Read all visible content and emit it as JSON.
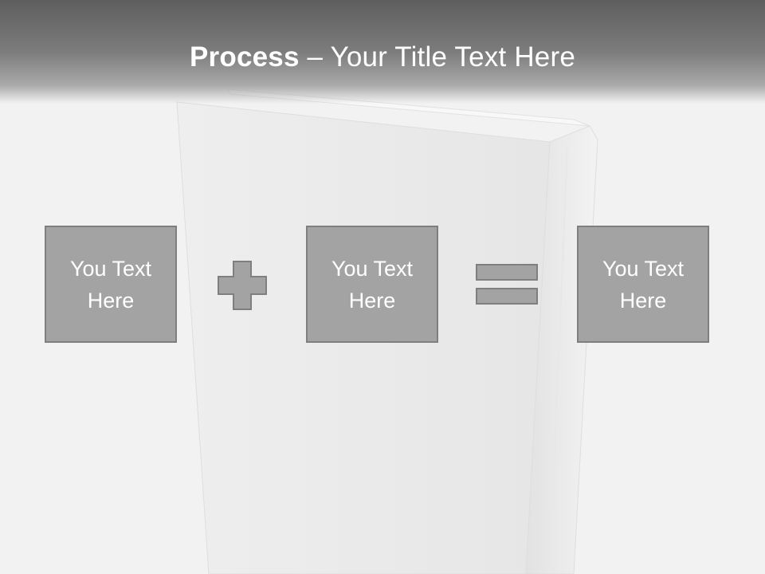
{
  "title": {
    "bold": "Process",
    "rest": " – Your Title Text Here"
  },
  "boxes": [
    {
      "text": "You Text Here"
    },
    {
      "text": "You Text Here"
    },
    {
      "text": "You Text Here"
    }
  ],
  "operators": [
    "plus",
    "equals"
  ],
  "colors": {
    "title_bar": "#6a6a6a",
    "box_fill": "#a3a3a3",
    "box_border": "#7f7f7f",
    "text": "#ffffff",
    "background": "#f2f2f2"
  }
}
